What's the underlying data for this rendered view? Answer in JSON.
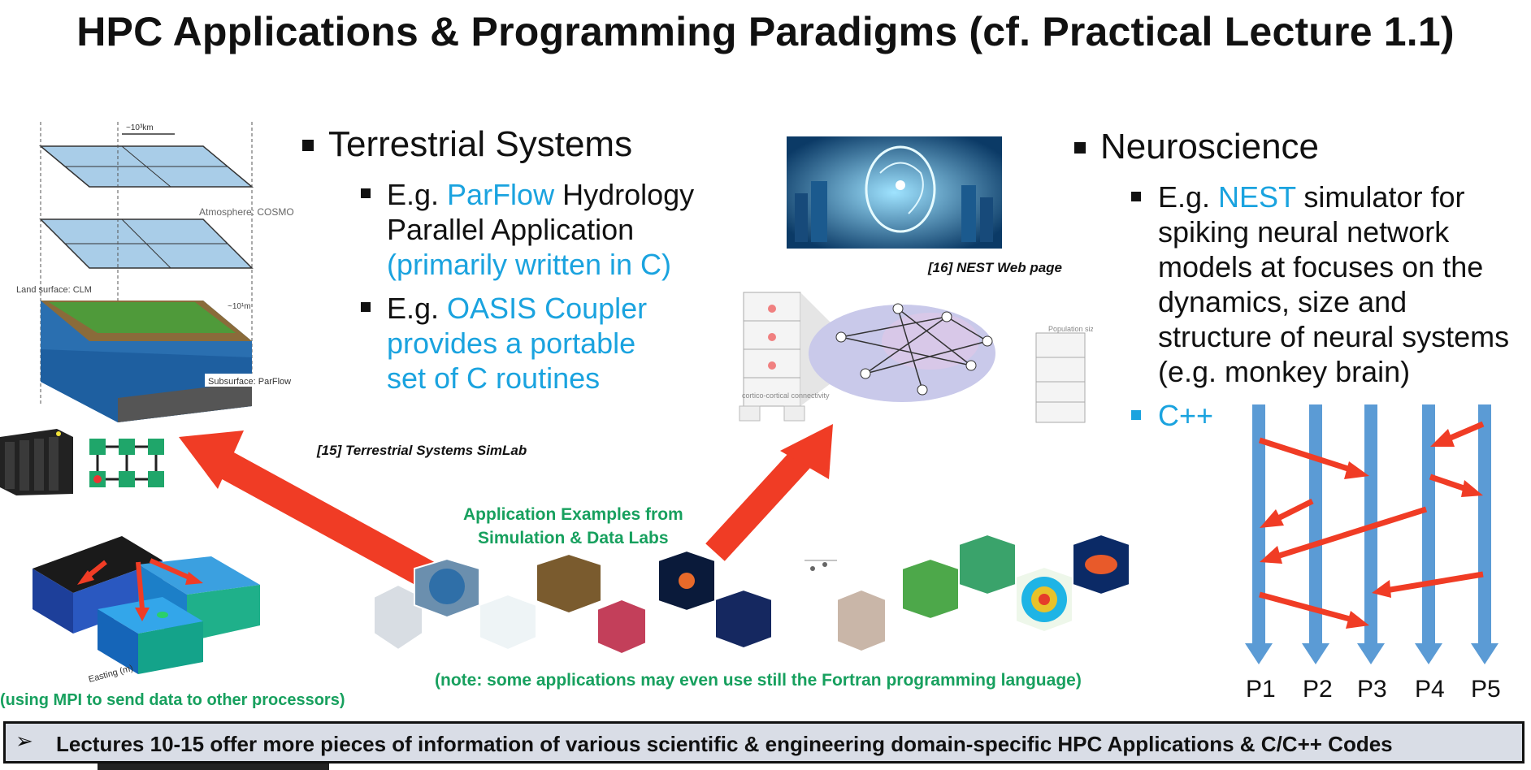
{
  "title": "HPC Applications & Programming Paradigms (cf. Practical Lecture 1.1)",
  "left_column": {
    "heading": "Terrestrial Systems",
    "items": [
      {
        "prefix": "E.g. ",
        "highlight": "ParFlow",
        "rest1": " Hydrology",
        "line2": "Parallel Application",
        "line3": "(primarily written in C)"
      },
      {
        "prefix": "E.g. ",
        "highlight": "OASIS Coupler",
        "line2": "provides a portable",
        "line3": "set of C routines"
      }
    ],
    "citation": "[15] Terrestrial Systems SimLab"
  },
  "right_column": {
    "heading": "Neuroscience",
    "item": {
      "prefix": "E.g. ",
      "highlight": "NEST",
      "rest1": " simulator for",
      "lines": [
        "spiking neural network",
        "models at focuses on the",
        "dynamics, size and",
        "structure of neural systems",
        "(e.g. monkey brain)"
      ]
    },
    "language": "C++",
    "citation": "[16] NEST Web page"
  },
  "diagram_labels": {
    "atmosphere": "Atmosphere: COSMO",
    "land_surface": "Land surface: CLM",
    "subsurface": "Subsurface: ParFlow",
    "top_scale": "~10³km",
    "side_scale": "~10¹m",
    "easting": "Easting (m)",
    "population": "Population sizes",
    "connectivity": "cortico-cortical connectivity"
  },
  "mpi_caption": "(using MPI to send data to other processors)",
  "app_examples": {
    "line1": "Application Examples from",
    "line2": "Simulation & Data Labs"
  },
  "note": "(note: some applications may even use still the Fortran programming language)",
  "processes": [
    "P1",
    "P2",
    "P3",
    "P4",
    "P5"
  ],
  "footer": {
    "arrow": "➢",
    "text": "Lectures 10-15 offer more pieces of information of various scientific & engineering domain-specific HPC Applications & C/C++ Codes"
  },
  "colors": {
    "accent_blue": "#1aa3df",
    "green": "#17a05e",
    "arrow_red": "#f03c25",
    "process_blue": "#5b9bd5"
  }
}
